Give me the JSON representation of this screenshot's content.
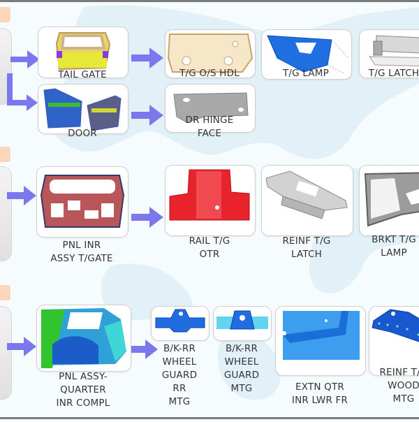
{
  "diagram": {
    "title": "Automotive body part breakdown",
    "colors": {
      "arrow": "#7b78ee",
      "tag": "#fcd6bb",
      "box_border": "#cfcfcf",
      "label_text": "#333333"
    },
    "rows": [
      {
        "assemblies": [
          {
            "label": "TAIL GATE"
          },
          {
            "label": "DOOR"
          }
        ],
        "parts": [
          {
            "label": "T/G O/S HDL",
            "source": "TAIL GATE"
          },
          {
            "label": "T/G LAMP",
            "source": "TAIL GATE"
          },
          {
            "label": "T/G LATCH",
            "source": "TAIL GATE"
          },
          {
            "label": "DR HINGE\nFACE",
            "source": "DOOR"
          }
        ]
      },
      {
        "assemblies": [
          {
            "label": "PNL INR\nASSY T/GATE"
          }
        ],
        "parts": [
          {
            "label": "RAIL T/G\nOTR"
          },
          {
            "label": "REINF T/G\nLATCH"
          },
          {
            "label": "BRKT T/G\nLAMP"
          }
        ]
      },
      {
        "assemblies": [
          {
            "label": "PNL ASSY-\nQUARTER\nINR COMPL"
          }
        ],
        "parts": [
          {
            "label": "B/K-RR\nWHEEL\nGUARD\nRR\nMTG"
          },
          {
            "label": "B/K-RR\nWHEEL\nGUARD\nMTG"
          },
          {
            "label": "EXTN QTR\nINR LWR FR"
          },
          {
            "label": "REINF T/G\nWOOD\nMTG"
          }
        ]
      }
    ]
  }
}
